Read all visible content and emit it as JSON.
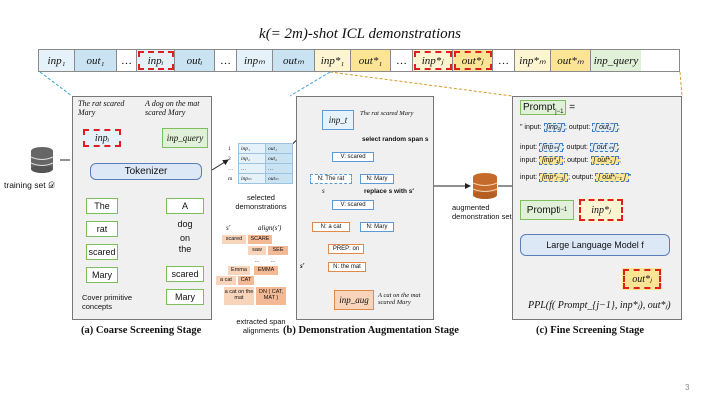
{
  "title": "k(= 2m)-shot ICL demonstrations",
  "strip": {
    "cells": [
      {
        "text": "inp₁",
        "kind": "inp"
      },
      {
        "text": "out₁",
        "kind": "out"
      },
      {
        "text": "…",
        "kind": "dots"
      },
      {
        "text": "inpᵢ",
        "kind": "inp",
        "highlight": true
      },
      {
        "text": "outᵢ",
        "kind": "out"
      },
      {
        "text": "…",
        "kind": "dots"
      },
      {
        "text": "inpₘ",
        "kind": "inp"
      },
      {
        "text": "outₘ",
        "kind": "out"
      },
      {
        "text": "inp*₁",
        "kind": "ain"
      },
      {
        "text": "out*₁",
        "kind": "aout"
      },
      {
        "text": "…",
        "kind": "dots"
      },
      {
        "text": "inp*ⱼ",
        "kind": "ain",
        "highlight": true
      },
      {
        "text": "out*ⱼ",
        "kind": "aout",
        "highlight": true
      },
      {
        "text": "…",
        "kind": "dots"
      },
      {
        "text": "inp*ₘ",
        "kind": "ain"
      },
      {
        "text": "out*ₘ",
        "kind": "aout"
      },
      {
        "text": "inp_query",
        "kind": "q"
      }
    ]
  },
  "stage_a": {
    "label": "(a) Coarse Screening Stage",
    "example_text": "The rat scared Mary",
    "query_text": "A dog on the mat scared Mary",
    "inp_i": "inpᵢ",
    "inp_query": "inp_query",
    "tokenizer": "Tokenizer",
    "left_tokens": [
      "The",
      "rat",
      "scared",
      "Mary"
    ],
    "right_tokens": [
      "A",
      "dog",
      "on",
      "the",
      "scared",
      "Mary"
    ],
    "cover_label": "Cover primitive concepts",
    "training_set": "training set 𝒟"
  },
  "selected_demos": {
    "label": "selected demonstrations",
    "rows": [
      {
        "idx": "1",
        "inp": "inp₁",
        "out": "out₁"
      },
      {
        "idx": "2",
        "inp": "inp₂",
        "out": "out₂"
      },
      {
        "idx": "…",
        "inp": "…",
        "out": "…"
      },
      {
        "idx": "m",
        "inp": "inpₘ",
        "out": "outₘ"
      }
    ]
  },
  "alignments": {
    "header_s": "s′",
    "header_align": "align(s′)",
    "label": "extracted span alignments",
    "chips": [
      {
        "left": "scared",
        "right": "SCARE"
      },
      {
        "left": "saw",
        "right": "SEE"
      },
      {
        "left": "…",
        "right": "…"
      },
      {
        "left": "Emma",
        "right": "EMMA"
      },
      {
        "left": "a cat",
        "right": "CAT"
      },
      {
        "left": "a cat on the mat",
        "right": "ON ( CAT, MAT )"
      }
    ]
  },
  "stage_b": {
    "label": "(b) Demonstration Augmentation Stage",
    "inp_t": "inp_t",
    "example_text": "The rat scared Mary",
    "select_span": "select random span s",
    "replace": "replace s with s′",
    "s_label": "s",
    "s_prime_label": "s′",
    "tree1": {
      "root": "V: scared",
      "left": "N: The rat",
      "right": "N: Mary"
    },
    "tree2": {
      "root": "V: scared",
      "left": "N: a cat",
      "right": "N: Mary",
      "prep": "PREP: on",
      "leaf": "N: the mat"
    },
    "inp_aug": "inp_aug",
    "aug_text": "A cat on the mat scared Mary",
    "augmented_set": "augmented demonstration set"
  },
  "stage_c": {
    "label": "(c) Fine Screening Stage",
    "prompt_head": "Prompt_{j−1} =",
    "prompt_lines": [
      {
        "pre": "\" input: ",
        "a": "[inp₁]",
        "mid": "; output: ",
        "b": "[ out₁ ]",
        "post": ";"
      },
      {
        "pre": "input: ",
        "a": "[inpₘ]",
        "mid": "; output: ",
        "b": "[ out ₘ]",
        "post": ";"
      },
      {
        "pre": "input: ",
        "a": "[inp*₁]",
        "mid": "; output: ",
        "b": "[ out*₁ ]",
        "post": ";"
      },
      {
        "pre": "input: ",
        "a": "[inp*ⱼ₋₁]",
        "mid": "; output: ",
        "b": "[ out*ⱼ₋₁ ]",
        "post": "\""
      }
    ],
    "prompt_box": "Prompt_{j−1}",
    "inp_j": "inp*ⱼ",
    "llm": "Large Language Model f",
    "out_j": "out*ⱼ",
    "ppl": "PPL(f( Prompt_{j−1}, inp*ⱼ), out*ⱼ)"
  },
  "page_number": "3",
  "colors": {
    "red_dashed": "#e02020",
    "green": "#7cbf5c",
    "orange": "#e28a4a",
    "blue": "#5b9bd5"
  }
}
